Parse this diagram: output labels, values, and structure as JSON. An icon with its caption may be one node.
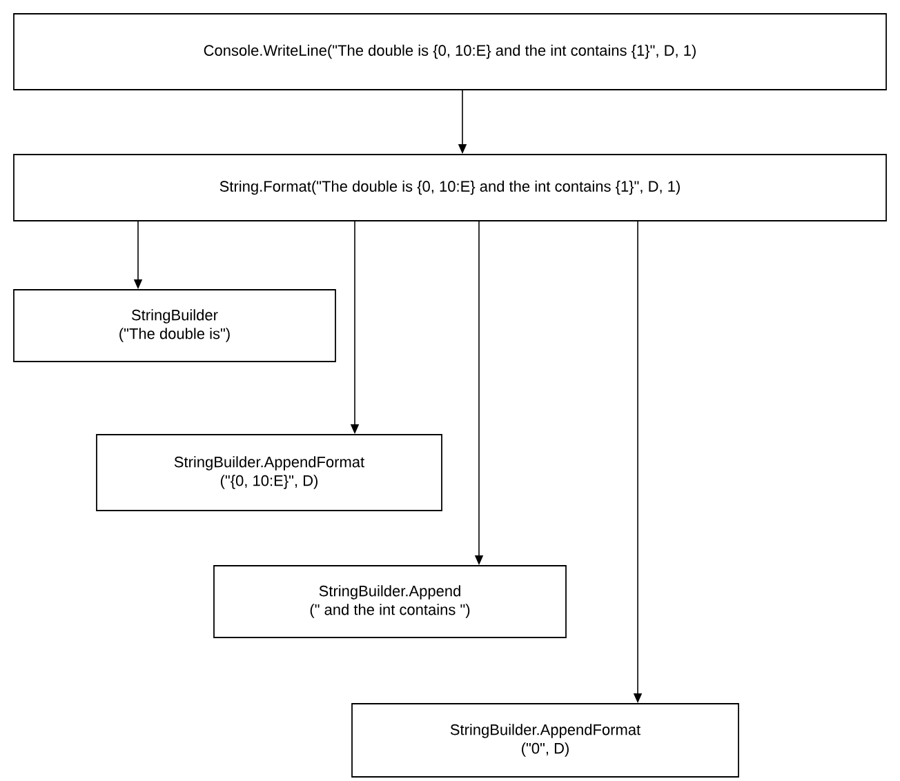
{
  "diagram": {
    "nodes": [
      {
        "text": [
          "Console.WriteLine(\"The double is {0, 10:E} and the int contains {1}\", D, 1)"
        ]
      },
      {
        "text": [
          "String.Format(\"The double is {0, 10:E} and the int contains {1}\", D, 1)"
        ]
      },
      {
        "text": [
          "StringBuilder",
          "(\"The double is\")"
        ]
      },
      {
        "text": [
          "StringBuilder.AppendFormat",
          "(\"{0, 10:E}\", D)"
        ]
      },
      {
        "text": [
          "StringBuilder.Append",
          "(\" and the int contains \")"
        ]
      },
      {
        "text": [
          "StringBuilder.AppendFormat",
          "(\"0\", D)"
        ]
      }
    ],
    "edges": [
      {
        "from": 0,
        "to": 1,
        "arrow": "to"
      },
      {
        "from": 1,
        "to": 2,
        "arrow": "to"
      },
      {
        "from": 1,
        "to": 3,
        "arrow": "to"
      },
      {
        "from": 1,
        "to": 4,
        "arrow": "to"
      },
      {
        "from": 1,
        "to": 5,
        "arrow": "to"
      }
    ]
  }
}
